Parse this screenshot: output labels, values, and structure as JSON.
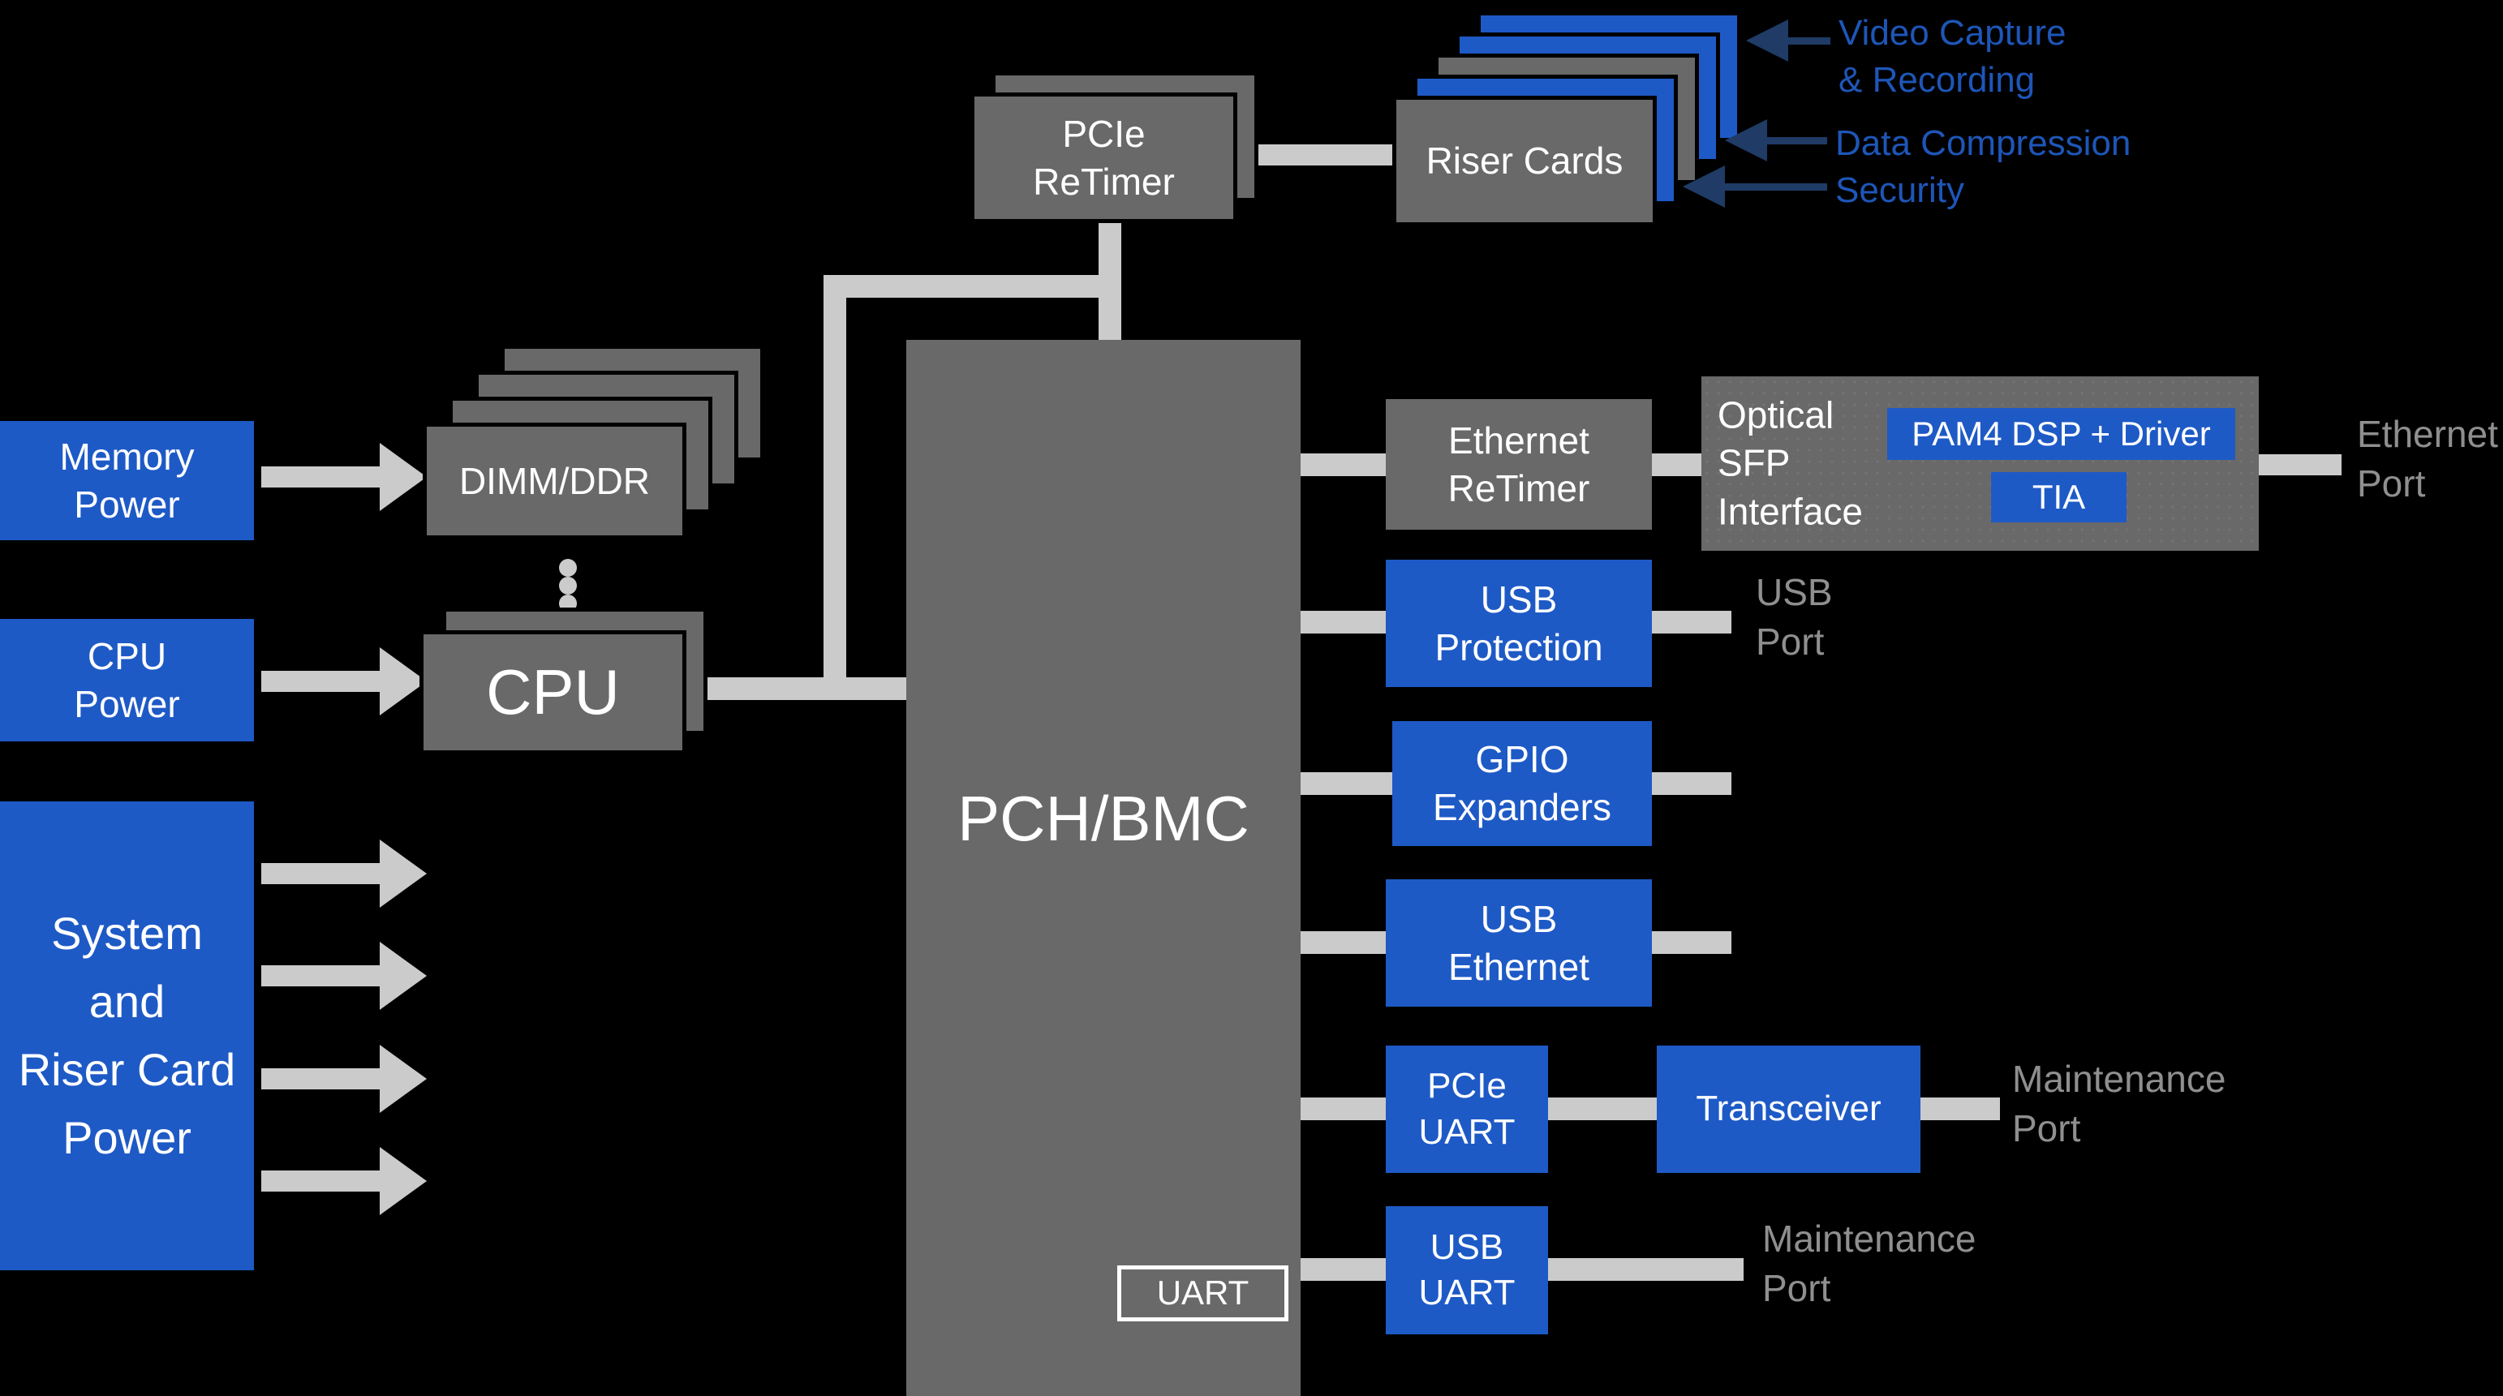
{
  "colors": {
    "box_blue": "#1E5AC6",
    "box_gray": "#696969",
    "line_gray": "#CBCBCB",
    "label_gray": "#8F8F8F",
    "arrow_navy": "#1F3B66",
    "label_blue": "#1E56B8",
    "text_white": "#FFFFFF",
    "bg": "#000000"
  },
  "power": {
    "memory": "Memory\nPower",
    "cpu": "CPU\nPower",
    "system": "System\nand\nRiser Card\nPower"
  },
  "core": {
    "dimm": "DIMM/DDR",
    "cpu": "CPU",
    "pcie_retimer": "PCIe\nReTimer",
    "pch": "PCH/BMC",
    "uart": "UART",
    "riser_cards": "Riser Cards"
  },
  "riser_tags": {
    "video": "Video Capture\n& Recording",
    "data": "Data Compression",
    "security": "Security"
  },
  "io": {
    "ethernet_retimer": "Ethernet\nReTimer",
    "optical_sfp": "Optical\nSFP\nInterface",
    "pam4": "PAM4 DSP + Driver",
    "tia": "TIA",
    "ethernet_port": "Ethernet\nPort",
    "usb_protection": "USB\nProtection",
    "usb_port": "USB\nPort",
    "gpio_expanders": "GPIO\nExpanders",
    "usb_ethernet": "USB\nEthernet",
    "pcie_uart": "PCIe\nUART",
    "transceiver": "Transceiver",
    "maintenance_port_top": "Maintenance\nPort",
    "usb_uart": "USB\nUART",
    "maintenance_port_bottom": "Maintenance\nPort"
  }
}
